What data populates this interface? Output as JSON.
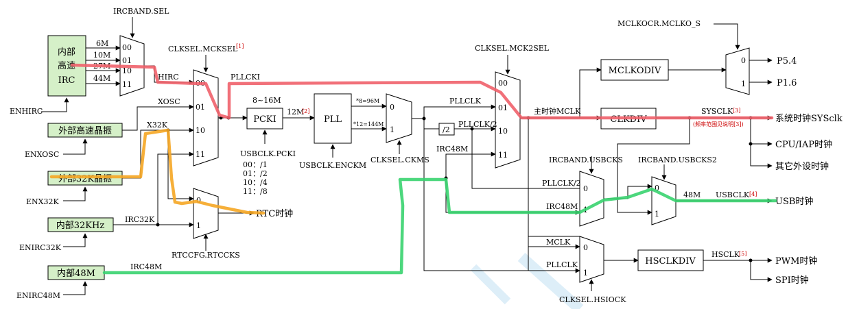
{
  "colors": {
    "green_box": "#d5f0c8",
    "red_path": "#f0606a",
    "orange_path": "#f5a623",
    "green_path": "#39d36f",
    "watermark": "#cfe8f6"
  },
  "sources": {
    "hirc": "内部\n高速\nIRC",
    "xosc": "外部高速晶振",
    "x32k": "外部32K晶振",
    "irc32k": "内部32KHz",
    "irc48m": "内部48M"
  },
  "enables": {
    "enhirc": "ENHIRC",
    "enxosc": "ENXOSC",
    "enx32k": "ENX32K",
    "enirc32k": "ENIRC32K",
    "enirc48m": "ENIRC48M"
  },
  "ircband": {
    "sel": "IRCBAND.SEL",
    "freqs": [
      "6M",
      "10M",
      "27M",
      "44M"
    ],
    "codes": [
      "00",
      "01",
      "10",
      "11"
    ]
  },
  "mcksel": {
    "label": "CLKSEL.MCKSEL",
    "note": "[1]",
    "codes": [
      "00",
      "01",
      "10",
      "11"
    ]
  },
  "signals": {
    "hirc": "HIRC",
    "xosc": "XOSC",
    "x32k": "X32K",
    "irc32k": "IRC32K",
    "irc48m": "IRC48M",
    "pllcki": "PLLCKI",
    "pllclk": "PLLCLK",
    "pllclk2": "PLLCLK/2",
    "irc48m_b": "IRC48M",
    "mclk_cn": "主时钟MCLK",
    "sysclk": "SYSCLK",
    "sysclk_note": "[3]",
    "sysclk_range": "(频率范围见说明[3])",
    "usbclk": "USBCLK",
    "usbclk_note": "[4]",
    "freq_48m": "48M",
    "hsclk": "HSCLK",
    "hsclk_note": "[5]",
    "mclk": "MCLK",
    "pllclk_h": "PLLCLK",
    "pllclk2_u": "PLLCLK/2",
    "irc48m_u": "IRC48M"
  },
  "pcki": {
    "label": "PCKI",
    "range": "8~16M",
    "out": "12M",
    "out_note": "[2]",
    "sel": "USBCLK.PCKI",
    "ratios": [
      "00：/1",
      "01：/2",
      "10：/4",
      "11：/8"
    ]
  },
  "pll": {
    "label": "PLL",
    "enable": "USBCLK.ENCKM",
    "out96": "*8=96M",
    "out144": "*12=144M",
    "cksel": "CLKSEL.CKMS",
    "m0": "0",
    "m1": "1"
  },
  "rtc": {
    "sel": "RTCCFG.RTCCKS",
    "out": "RTC时钟",
    "m0": "0",
    "m1": "1"
  },
  "mck2sel": {
    "label": "CLKSEL.MCK2SEL",
    "codes": [
      "00",
      "01",
      "10",
      "11"
    ],
    "div2": "/2"
  },
  "mclkdiv": {
    "label": "MCLKODIV",
    "sel": "MCLKOCR.MCLKO_S",
    "m0": "0",
    "m1": "1",
    "out0": "P5.4",
    "out1": "P1.6"
  },
  "clkdiv": {
    "label": "CLKDIV"
  },
  "outputs": {
    "sysclk": "系统时钟SYSclk",
    "cpu": "CPU/IAP时钟",
    "other": "其它外设时钟",
    "usb": "USB时钟",
    "pwm": "PWM时钟",
    "spi": "SPI时钟"
  },
  "usb": {
    "sel1": "IRCBAND.USBCKS",
    "sel2": "IRCBAND.USBCKS2",
    "m0": "0",
    "m1": "1",
    "m2_0": "0",
    "m2_1": "1"
  },
  "hsclk": {
    "div": "HSCLKDIV",
    "sel": "CLKSEL.HSIOCK",
    "m0": "0",
    "m1": "1"
  }
}
